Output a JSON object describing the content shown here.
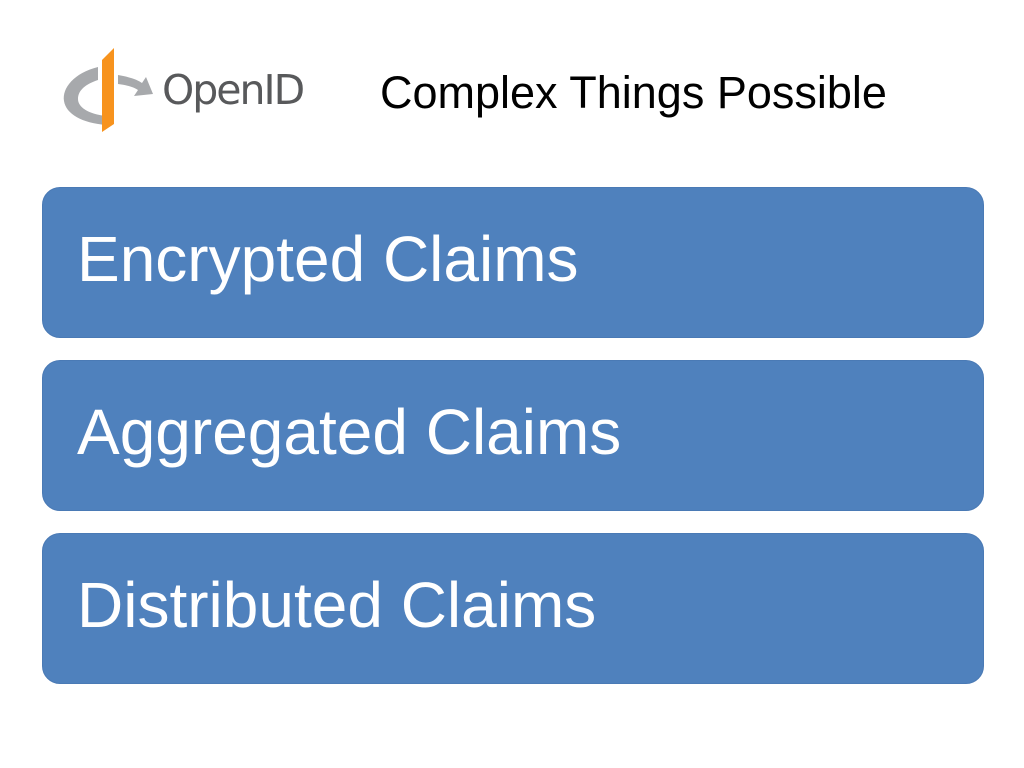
{
  "logo": {
    "wordmark": "OpenID"
  },
  "slide": {
    "title": "Complex Things Possible"
  },
  "claims": [
    {
      "label": "Encrypted Claims"
    },
    {
      "label": "Aggregated Claims"
    },
    {
      "label": "Distributed Claims"
    }
  ],
  "colors": {
    "box_fill": "#4f81bd",
    "logo_orange": "#f7931e",
    "logo_gray": "#a7a9ac",
    "wordmark_gray": "#58595b"
  },
  "icons": {
    "logo_mark": "openid-logo-icon"
  }
}
